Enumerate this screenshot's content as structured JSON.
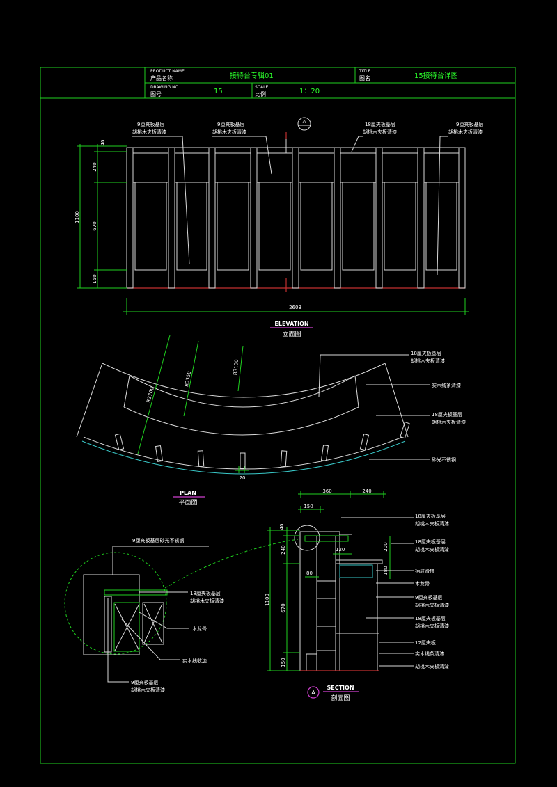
{
  "title_block": {
    "product_name_en": "PRODUCT NAME",
    "product_name_cn": "产品名称",
    "product_value": "接待台专辑01",
    "title_en": "TITLE",
    "title_cn": "图名",
    "title_value": "15接待台详图",
    "drawing_no_en": "DRAWING NO.",
    "drawing_no_cn": "图号",
    "drawing_no_value": "15",
    "scale_en": "SCALE",
    "scale_cn": "比例",
    "scale_value": "1：20"
  },
  "elevation": {
    "label_en": "ELEVATION",
    "label_cn": "立面图",
    "section_mark": "A",
    "notes": [
      {
        "l1": "9厘夹板基层",
        "l2": "胡桃木夹板清漆"
      },
      {
        "l1": "9厘夹板基层",
        "l2": "胡桃木夹板清漆"
      },
      {
        "l1": "18厘夹板基层",
        "l2": "胡桃木夹板清漆"
      },
      {
        "l1": "9厘夹板基层",
        "l2": "胡桃木夹板清漆"
      }
    ],
    "dims_vertical": [
      "40",
      "240",
      "670",
      "150"
    ],
    "dim_total_height": "1100",
    "dim_width": "2603"
  },
  "plan": {
    "label_en": "PLAN",
    "label_cn": "平面图",
    "radii": [
      "R3700",
      "R3350",
      "R3100"
    ],
    "notes": [
      {
        "l1": "18厘夹板基层",
        "l2": "胡桃木夹板清漆"
      },
      {
        "l1": "实木线条清漆",
        "l2": ""
      },
      {
        "l1": "18厘夹板基层",
        "l2": "胡桃木夹板清漆"
      },
      {
        "l1": "砂光不锈钢",
        "l2": ""
      }
    ],
    "dim_bottom": "20"
  },
  "detail": {
    "notes": [
      {
        "l1": "9厘夹板基层砂光不锈钢",
        "l2": ""
      },
      {
        "l1": "18厘夹板基层",
        "l2": "胡桃木夹板清漆"
      },
      {
        "l1": "木龙骨",
        "l2": ""
      },
      {
        "l1": "实木线收边",
        "l2": ""
      },
      {
        "l1": "9厘夹板基层",
        "l2": "胡桃木夹板清漆"
      }
    ]
  },
  "section": {
    "label_en": "SECTION",
    "label_cn": "剖面图",
    "mark": "A",
    "dims_top": [
      "360",
      "240",
      "150"
    ],
    "dims_inner": [
      "120",
      "200",
      "180",
      "80"
    ],
    "dims_vertical": [
      "40",
      "240",
      "670",
      "150"
    ],
    "dim_total_height": "1100",
    "notes": [
      {
        "l1": "18厘夹板基层",
        "l2": "胡桃木夹板清漆"
      },
      {
        "l1": "18厘夹板基层",
        "l2": "胡桃木夹板清漆"
      },
      {
        "l1": "抽屉滑槽",
        "l2": ""
      },
      {
        "l1": "木龙骨",
        "l2": ""
      },
      {
        "l1": "9厘夹板基层",
        "l2": "胡桃木夹板清漆"
      },
      {
        "l1": "18厘夹板基层",
        "l2": "胡桃木夹板清漆"
      },
      {
        "l1": "12厘夹板",
        "l2": ""
      },
      {
        "l1": "实木线条清漆",
        "l2": ""
      },
      {
        "l1": "胡桃木夹板清漆",
        "l2": ""
      }
    ]
  }
}
